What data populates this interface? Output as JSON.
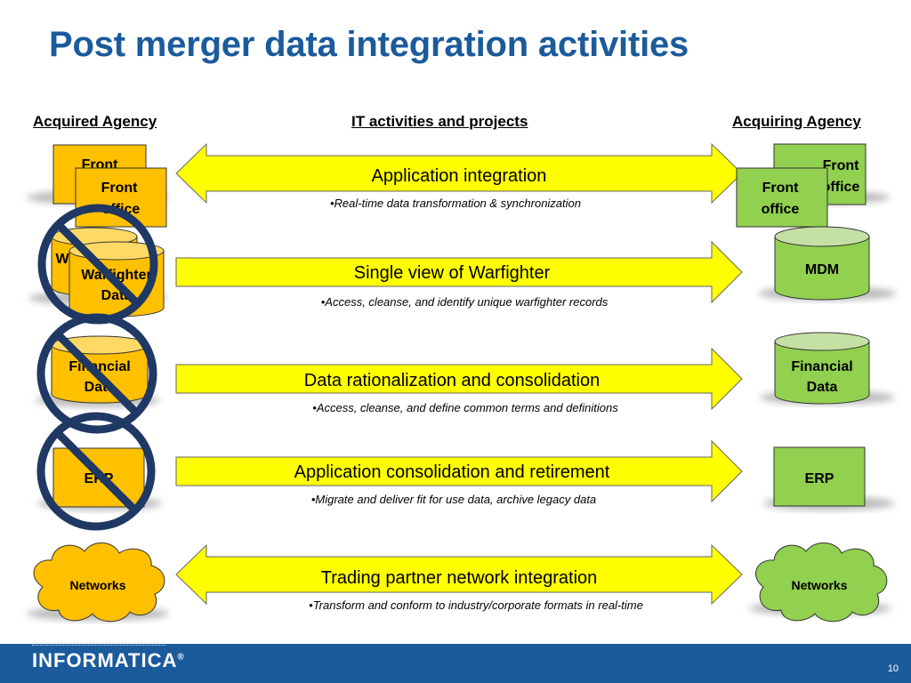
{
  "title": "Post merger data integration activities",
  "headers": {
    "left": "Acquired Agency",
    "center": "IT activities and projects",
    "right": "Acquiring Agency"
  },
  "colors": {
    "title": "#1b5b9c",
    "acquired_fill": "#ffc000",
    "acquiring_fill": "#92d050",
    "arrow_fill": "#ffff00",
    "prohibit": "#1f3864",
    "footer": "#1b5b9c"
  },
  "rows": [
    {
      "label": "Application integration",
      "bullet": "•Real-time data transformation & synchronization",
      "direction": "both",
      "left": {
        "back": [
          "Front",
          ""
        ],
        "front": [
          "Front",
          "office"
        ],
        "shape": "box-stack",
        "prohibited": false
      },
      "right": {
        "back": [
          "Front",
          "office"
        ],
        "front": [
          "Front",
          "office"
        ],
        "shape": "box-stack"
      }
    },
    {
      "label": "Single view of Warfighter",
      "bullet": "•Access, cleanse, and identify unique  warfighter records",
      "direction": "right",
      "left": {
        "back": [
          "W"
        ],
        "front": [
          "Warfighter",
          "Data"
        ],
        "shape": "cylinder-stack",
        "prohibited": true
      },
      "right": {
        "front": [
          "MDM"
        ],
        "shape": "cylinder"
      }
    },
    {
      "label": "Data rationalization and consolidation",
      "bullet": "•Access, cleanse, and define common terms and definitions",
      "direction": "right",
      "left": {
        "front": [
          "Financial",
          "Data"
        ],
        "shape": "cylinder",
        "prohibited": true
      },
      "right": {
        "front": [
          "Financial",
          "Data"
        ],
        "shape": "cylinder"
      }
    },
    {
      "label": "Application consolidation and retirement",
      "bullet": "•Migrate and deliver fit for use data, archive legacy data",
      "direction": "right",
      "left": {
        "front": [
          "ERP"
        ],
        "shape": "box",
        "prohibited": true
      },
      "right": {
        "front": [
          "ERP"
        ],
        "shape": "box"
      }
    },
    {
      "label": "Trading partner network integration",
      "bullet": "•Transform and conform to industry/corporate formats in real-time",
      "direction": "both",
      "left": {
        "front": [
          "Networks"
        ],
        "shape": "cloud",
        "prohibited": false
      },
      "right": {
        "front": [
          "Networks"
        ],
        "shape": "cloud"
      }
    }
  ],
  "footer": {
    "logo": "INFORMATICA",
    "registered": "®",
    "page_number": "10"
  }
}
